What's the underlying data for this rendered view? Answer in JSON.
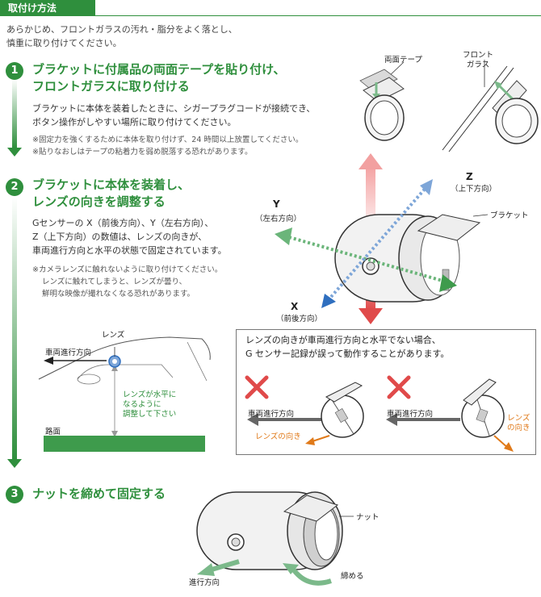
{
  "header": {
    "tag": "取付け方法"
  },
  "intro": {
    "line1": "あらかじめ、フロントガラスの汚れ・脂分をよく落とし、",
    "line2": "慎重に取り付けてください。"
  },
  "steps": [
    {
      "number": "1",
      "title_line1": "ブラケットに付属品の両面テープを貼り付け、",
      "title_line2": "フロントガラスに取り付ける",
      "body_line1": "ブラケットに本体を装着したときに、シガープラグコードが接続でき、",
      "body_line2": "ボタン操作がしやすい場所に取り付けてください。",
      "note_line1": "※固定力を強くするために本体を取り付けず、24 時間以上放置してください。",
      "note_line2": "※貼りなおしはテープの粘着力を弱め脱落する恐れがあります。"
    },
    {
      "number": "2",
      "title_line1": "ブラケットに本体を装着し、",
      "title_line2": "レンズの向きを調整する",
      "body_line1": "Gセンサーの X（前後方向）、Y（左右方向）、",
      "body_line2": "Z（上下方向）の数値は、レンズの向きが、",
      "body_line3": "車両進行方向と水平の状態で固定されています。",
      "note_line1": "※カメラレンズに触れないように取り付けてください。",
      "note_line2": "レンズに触れてしまうと、レンズが曇り、",
      "note_line3": "鮮明な映像が撮れなくなる恐れがあります。"
    },
    {
      "number": "3",
      "title_line1": "ナットを締めて固定する"
    }
  ],
  "diagram_top": {
    "tape_label": "両面テープ",
    "glass_label_line1": "フロント",
    "glass_label_line2": "ガラス"
  },
  "axes": {
    "z_label": "Z",
    "z_sub": "（上下方向）",
    "y_label": "Y",
    "y_sub": "（左右方向）",
    "x_label": "X",
    "x_sub": "（前後方向）",
    "bracket_label": "ブラケット"
  },
  "car_diagram": {
    "lens_label": "レンズ",
    "direction_label": "車両進行方向",
    "level_line1": "レンズが水平に",
    "level_line2": "なるように",
    "level_line3": "調整して下さい",
    "road_label": "路面"
  },
  "warning_box": {
    "line1": "レンズの向きが車両進行方向と水平でない場合、",
    "line2": "G センサー記録が誤って動作することがあります。",
    "left_direction": "車両進行方向",
    "left_lens": "レンズの向き",
    "right_direction": "車両進行方向",
    "right_lens_line1": "レンズ",
    "right_lens_line2": "の向き"
  },
  "step3_diagram": {
    "nut_label": "ナット",
    "tighten_label": "締める",
    "direction_label": "進行方向"
  },
  "colors": {
    "accent_green": "#2f8f3d",
    "warning_red": "#e04a4a",
    "lens_orange": "#e07a1a",
    "road_green": "#3e9b4c"
  }
}
